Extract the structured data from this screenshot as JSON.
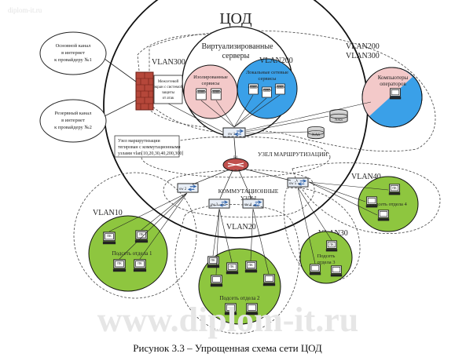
{
  "watermark_top": "diplom-it.ru",
  "watermark_bottom": "www.diplom-it.ru",
  "title": "ЦОД",
  "virtualized": {
    "line1": "Виртуализированные",
    "line2": "серверы"
  },
  "isolated": {
    "line1": "Изолированные",
    "line2": "сервисы"
  },
  "local_services": {
    "line1": "Локальные сетевые",
    "line2": "сервисы"
  },
  "vlan_labels": {
    "vlan300": "VLAN300",
    "vlan200": "VLAN200",
    "vlan200_vlan300_a": "VLAN200",
    "vlan200_vlan300_b": "VLAN300",
    "vlan10": "VLAN10",
    "vlan20": "VLAN20",
    "vlan30": "VLAN30",
    "vlan40": "VLAN40"
  },
  "operators": {
    "line1": "Компьютеры",
    "line2": "операторов"
  },
  "firewall": {
    "line1": "Межсетевой",
    "line2": "экран с системой",
    "line3": "защиты",
    "line4": "от атак"
  },
  "channel_main": {
    "line1": "Основной канал",
    "line2": "в интернет",
    "line3": "к провайдеру №1"
  },
  "channel_backup": {
    "line1": "Резервный канал",
    "line2": "в интернет",
    "line3": "к провайдеру №2"
  },
  "routing_note": {
    "line1": "Узел маршрутизации",
    "line2": "тегирован с коммутационными",
    "line3": "узлами vlan[10,20,30,40,200,300]"
  },
  "routing_node": "УЗЕЛ МАРШРУТИЗАЦИИ",
  "switching": {
    "line1": "КОММУТАЦИОННЫЕ",
    "line2": "УЗЛЫ"
  },
  "server_label": "СЕРВЕР",
  "pc_label": "ПК",
  "nas_label": "NAS",
  "switches": {
    "sw1": "sw 1",
    "sw2": "sw 2",
    "sw3": "sw 3",
    "sw4": "sw 4",
    "sw5": "sw 5"
  },
  "router_label": "R1",
  "subnets": {
    "d1": {
      "line1": "Подсеть отдела 1"
    },
    "d2": {
      "line1": "Подсеть отдела 2"
    },
    "d3": {
      "line1": "Подсеть",
      "line2": "отдела 3"
    },
    "d4": {
      "line1": "Подсеть отдела 4"
    }
  },
  "caption": "Рисунок 3.3   – Упрощенная схема сети ЦОД",
  "colors": {
    "pink": "#f3c9c9",
    "blue": "#3aa0e8",
    "green": "#8ec63f",
    "brick": "#b5473a",
    "router": "#c0504d"
  }
}
